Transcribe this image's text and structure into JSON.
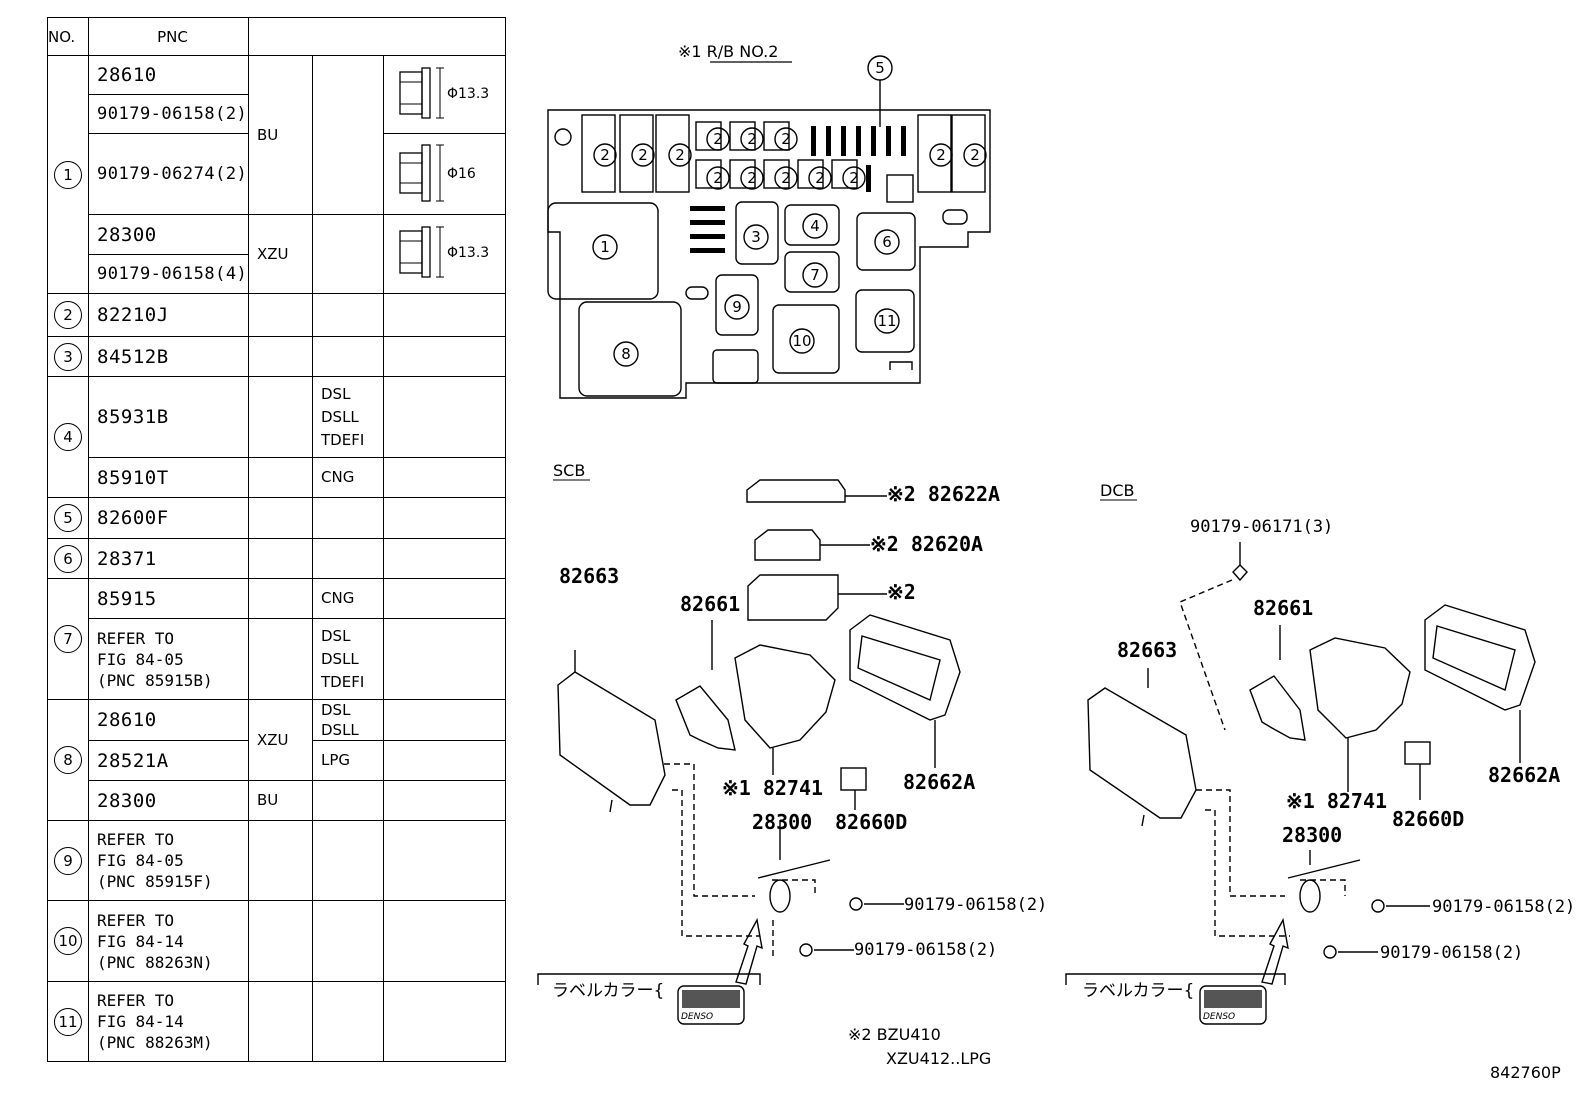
{
  "table": {
    "headers": {
      "no": "NO.",
      "pnc": "PNC"
    },
    "groups": [
      {
        "no": "1",
        "rows": [
          {
            "pnc": "28610",
            "model": "BU",
            "cond": "",
            "note": "Φ13.3"
          },
          {
            "pnc": "90179-06158(2)",
            "model": "BU",
            "cond": "",
            "note": "Φ13.3"
          },
          {
            "pnc": "90179-06274(2)",
            "model": "BU",
            "cond": "",
            "note": "Φ16"
          },
          {
            "pnc": "28300",
            "model": "XZU",
            "cond": "",
            "note": "Φ13.3"
          },
          {
            "pnc": "90179-06158(4)",
            "model": "XZU",
            "cond": "",
            "note": "Φ13.3"
          }
        ]
      },
      {
        "no": "2",
        "rows": [
          {
            "pnc": "82210J"
          }
        ]
      },
      {
        "no": "3",
        "rows": [
          {
            "pnc": "84512B"
          }
        ]
      },
      {
        "no": "4",
        "rows": [
          {
            "pnc": "85931B",
            "cond": [
              "DSL",
              "DSLL",
              "TDEFI"
            ]
          },
          {
            "pnc": "85910T",
            "cond": [
              "CNG"
            ]
          }
        ]
      },
      {
        "no": "5",
        "rows": [
          {
            "pnc": "82600F"
          }
        ]
      },
      {
        "no": "6",
        "rows": [
          {
            "pnc": "28371"
          }
        ]
      },
      {
        "no": "7",
        "rows": [
          {
            "pnc": "85915",
            "cond": [
              "CNG"
            ]
          },
          {
            "pnc": [
              "REFER TO",
              "FIG 84-05",
              "(PNC 85915B)"
            ],
            "cond": [
              "DSL",
              "DSLL",
              "TDEFI"
            ]
          }
        ]
      },
      {
        "no": "8",
        "rows": [
          {
            "pnc": "28610",
            "model": "XZU",
            "cond": [
              "DSL",
              "DSLL"
            ]
          },
          {
            "pnc": "28521A",
            "model": "XZU",
            "cond": [
              "LPG"
            ]
          },
          {
            "pnc": "28300",
            "model": "BU",
            "cond": []
          }
        ]
      },
      {
        "no": "9",
        "rows": [
          {
            "pnc": [
              "REFER TO",
              "FIG 84-05",
              "(PNC 85915F)"
            ]
          }
        ]
      },
      {
        "no": "10",
        "rows": [
          {
            "pnc": [
              "REFER TO",
              "FIG 84-14",
              "(PNC 88263N)"
            ]
          }
        ]
      },
      {
        "no": "11",
        "rows": [
          {
            "pnc": [
              "REFER TO",
              "FIG 84-14",
              "(PNC 88263M)"
            ]
          }
        ]
      }
    ]
  },
  "relay_block": {
    "title": "※1 R/B NO.2",
    "callouts": [
      "1",
      "2",
      "3",
      "4",
      "5",
      "6",
      "7",
      "8",
      "9",
      "10",
      "11"
    ]
  },
  "scb": {
    "title": "SCB",
    "labels": {
      "p82622A": "※2 82622A",
      "p82620A": "※2 82620A",
      "p_mark2": "※2",
      "p82663": "82663",
      "p82661": "82661",
      "p82741": "※1 82741",
      "p82662A": "82662A",
      "p82660D": "82660D",
      "p28300": "28300",
      "bolt1": "90179-06158(2)",
      "bolt2": "90179-06158(2)"
    },
    "label_color": "ラベルカラー{",
    "badge": "DENSO"
  },
  "dcb": {
    "title": "DCB",
    "labels": {
      "nut": "90179-06171(3)",
      "p82661": "82661",
      "p82663": "82663",
      "p82741": "※1 82741",
      "p82662A": "82662A",
      "p82660D": "82660D",
      "p28300": "28300",
      "bolt1": "90179-06158(2)",
      "bolt2": "90179-06158(2)"
    },
    "label_color": "ラベルカラー{",
    "badge": "DENSO"
  },
  "notes": {
    "mark2_line1": "※2  BZU410",
    "mark2_line2": "XZU412..LPG"
  },
  "figure_id": "842760P"
}
